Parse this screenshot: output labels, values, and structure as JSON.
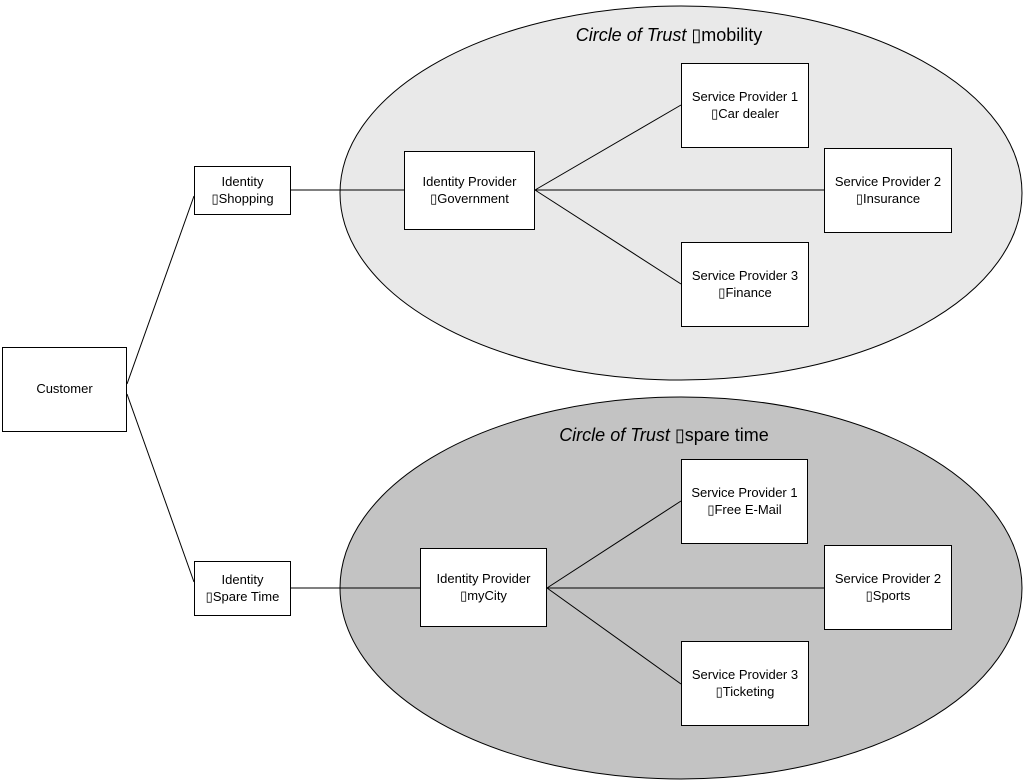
{
  "colors": {
    "mobility_ellipse_fill": "#e9e9e9",
    "spare_time_ellipse_fill": "#c3c3c3",
    "node_fill": "#ffffff",
    "stroke": "#000000"
  },
  "titles": {
    "mobility": {
      "italic": "Circle of Trust ",
      "rest": "▯mobility"
    },
    "spare_time": {
      "italic": "Circle of Trust ",
      "rest": "▯spare time"
    }
  },
  "nodes": {
    "customer": {
      "line1": "Customer"
    },
    "identity_shopping": {
      "line1": "Identity",
      "line2": "▯Shopping"
    },
    "identity_spare_time": {
      "line1": "Identity",
      "line2": "▯Spare Time"
    },
    "idp_government": {
      "line1": "Identity Provider",
      "line2": "▯Government"
    },
    "idp_mycity": {
      "line1": "Identity Provider",
      "line2": "▯myCity"
    },
    "sp1_car_dealer": {
      "line1": "Service Provider 1",
      "line2": "▯Car dealer"
    },
    "sp2_insurance": {
      "line1": "Service Provider 2",
      "line2": "▯Insurance"
    },
    "sp3_finance": {
      "line1": "Service Provider 3",
      "line2": "▯Finance"
    },
    "sp1_free_email": {
      "line1": "Service Provider 1",
      "line2": "▯Free E-Mail"
    },
    "sp2_sports": {
      "line1": "Service Provider 2",
      "line2": "▯Sports"
    },
    "sp3_ticketing": {
      "line1": "Service Provider 3",
      "line2": "▯Ticketing"
    }
  }
}
